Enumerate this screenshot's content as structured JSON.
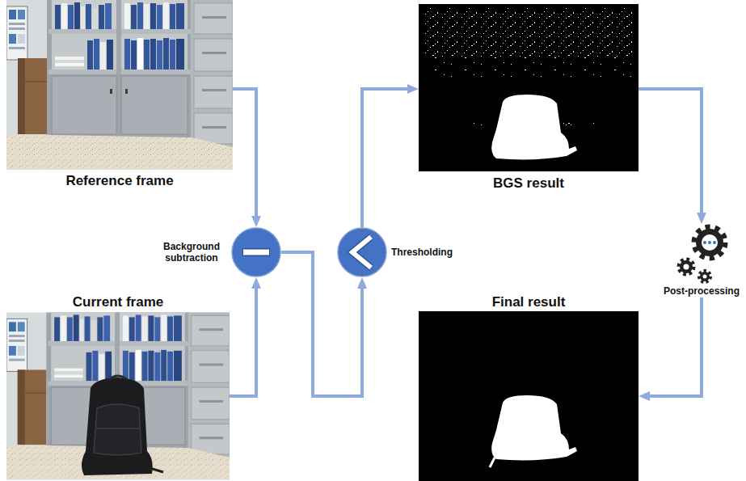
{
  "diagram": {
    "nodes": [
      {
        "text": [
          "Reference frame"
        ]
      },
      {
        "text": [
          "Current frame"
        ]
      },
      {
        "text": [
          "Background subtraction"
        ]
      },
      {
        "text": [
          "Thresholding"
        ]
      },
      {
        "text": [
          "BGS result"
        ]
      },
      {
        "text": [
          "Post-processing"
        ]
      },
      {
        "text": [
          "Final result"
        ]
      }
    ],
    "edges": [
      {
        "from": 0,
        "to": 2,
        "arrow": "to"
      },
      {
        "from": 1,
        "to": 2,
        "arrow": "to"
      },
      {
        "from": 2,
        "to": 3,
        "arrow": "to"
      },
      {
        "from": 3,
        "to": 4,
        "arrow": "to"
      },
      {
        "from": 4,
        "to": 5,
        "arrow": "to"
      },
      {
        "from": 5,
        "to": 6,
        "arrow": "to"
      }
    ]
  }
}
